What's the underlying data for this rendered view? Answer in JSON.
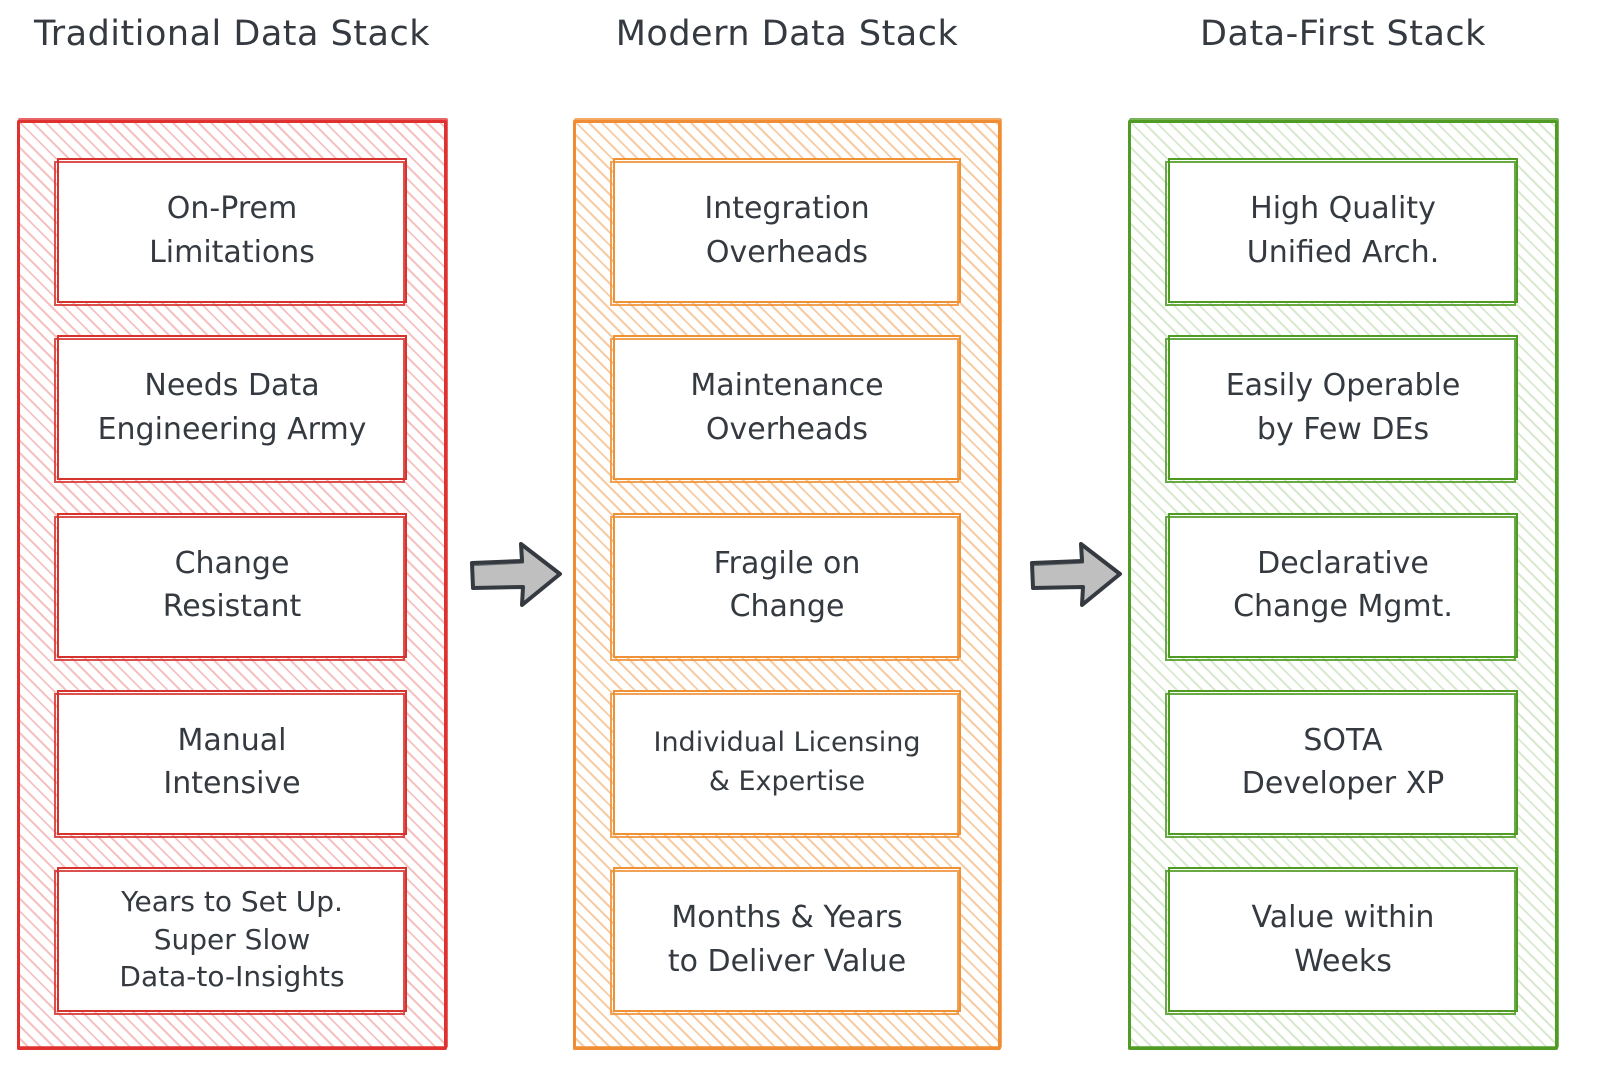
{
  "diagram": {
    "title_bar": [
      "Traditional Data Stack",
      "Modern Data Stack",
      "Data-First Stack"
    ],
    "colors": {
      "traditional": "#e03131",
      "modern": "#f08c33",
      "data_first": "#4f9b24",
      "arrow_fill": "#bfbfbf",
      "arrow_stroke": "#343a40",
      "text": "#343a40",
      "background": "#ffffff"
    },
    "columns": [
      {
        "key": "traditional",
        "title": "Traditional Data Stack",
        "accent": "#e03131",
        "items": [
          {
            "text": "On-Prem\nLimitations"
          },
          {
            "text": "Needs Data\nEngineering Army"
          },
          {
            "text": "Change\nResistant"
          },
          {
            "text": "Manual\nIntensive"
          },
          {
            "text": "Years to Set Up.\nSuper Slow\nData-to-Insights"
          }
        ]
      },
      {
        "key": "modern",
        "title": "Modern Data Stack",
        "accent": "#f08c33",
        "items": [
          {
            "text": "Integration\nOverheads"
          },
          {
            "text": "Maintenance\nOverheads"
          },
          {
            "text": "Fragile on\nChange"
          },
          {
            "text": "Individual Licensing\n& Expertise"
          },
          {
            "text": "Months & Years\nto Deliver Value"
          }
        ]
      },
      {
        "key": "data_first",
        "title": "Data-First Stack",
        "accent": "#4f9b24",
        "items": [
          {
            "text": "High Quality\nUnified Arch."
          },
          {
            "text": "Easily Operable\nby Few DEs"
          },
          {
            "text": "Declarative\nChange Mgmt."
          },
          {
            "text": "SOTA\nDeveloper XP"
          },
          {
            "text": "Value within\nWeeks"
          }
        ]
      }
    ],
    "arrows": [
      {
        "name": "arrow-traditional-to-modern",
        "icon": "right-arrow-icon"
      },
      {
        "name": "arrow-modern-to-data-first",
        "icon": "right-arrow-icon"
      }
    ]
  }
}
